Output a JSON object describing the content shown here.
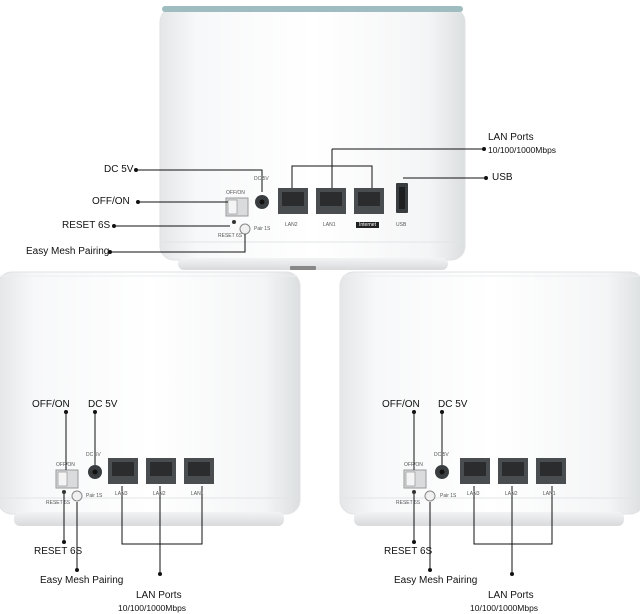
{
  "top_unit": {
    "callouts": {
      "lan_ports": "LAN Ports",
      "lan_speed": "10/100/1000Mbps",
      "usb": "USB",
      "dc": "DC 5V",
      "power": "OFF/ON",
      "reset": "RESET 6S",
      "pairing": "Easy Mesh Pairing"
    },
    "panel": {
      "dc_label": "DC 5V",
      "switch_label": "OFF/ON",
      "reset_label": "RESET 6S",
      "pair_label": "Pair 1S",
      "ports": [
        "LAN2",
        "LAN1",
        "Internet"
      ],
      "usb_label": "USB"
    }
  },
  "left_unit": {
    "callouts": {
      "power": "OFF/ON",
      "dc": "DC 5V",
      "reset": "RESET 6S",
      "pairing": "Easy Mesh Pairing",
      "lan_ports": "LAN Ports",
      "lan_speed": "10/100/1000Mbps"
    },
    "panel": {
      "dc_label": "DC 5V",
      "switch_label": "OFF/ON",
      "reset_label": "RESET 6S",
      "pair_label": "Pair 1S",
      "ports": [
        "LAN3",
        "LAN2",
        "LAN1"
      ]
    }
  },
  "right_unit": {
    "callouts": {
      "power": "OFF/ON",
      "dc": "DC 5V",
      "reset": "RESET 6S",
      "pairing": "Easy Mesh Pairing",
      "lan_ports": "LAN Ports",
      "lan_speed": "10/100/1000Mbps"
    },
    "panel": {
      "dc_label": "DC 5V",
      "switch_label": "OFF/ON",
      "reset_label": "RESET 6S",
      "pair_label": "Pair 1S",
      "ports": [
        "LAN3",
        "LAN2",
        "LAN1"
      ]
    }
  }
}
